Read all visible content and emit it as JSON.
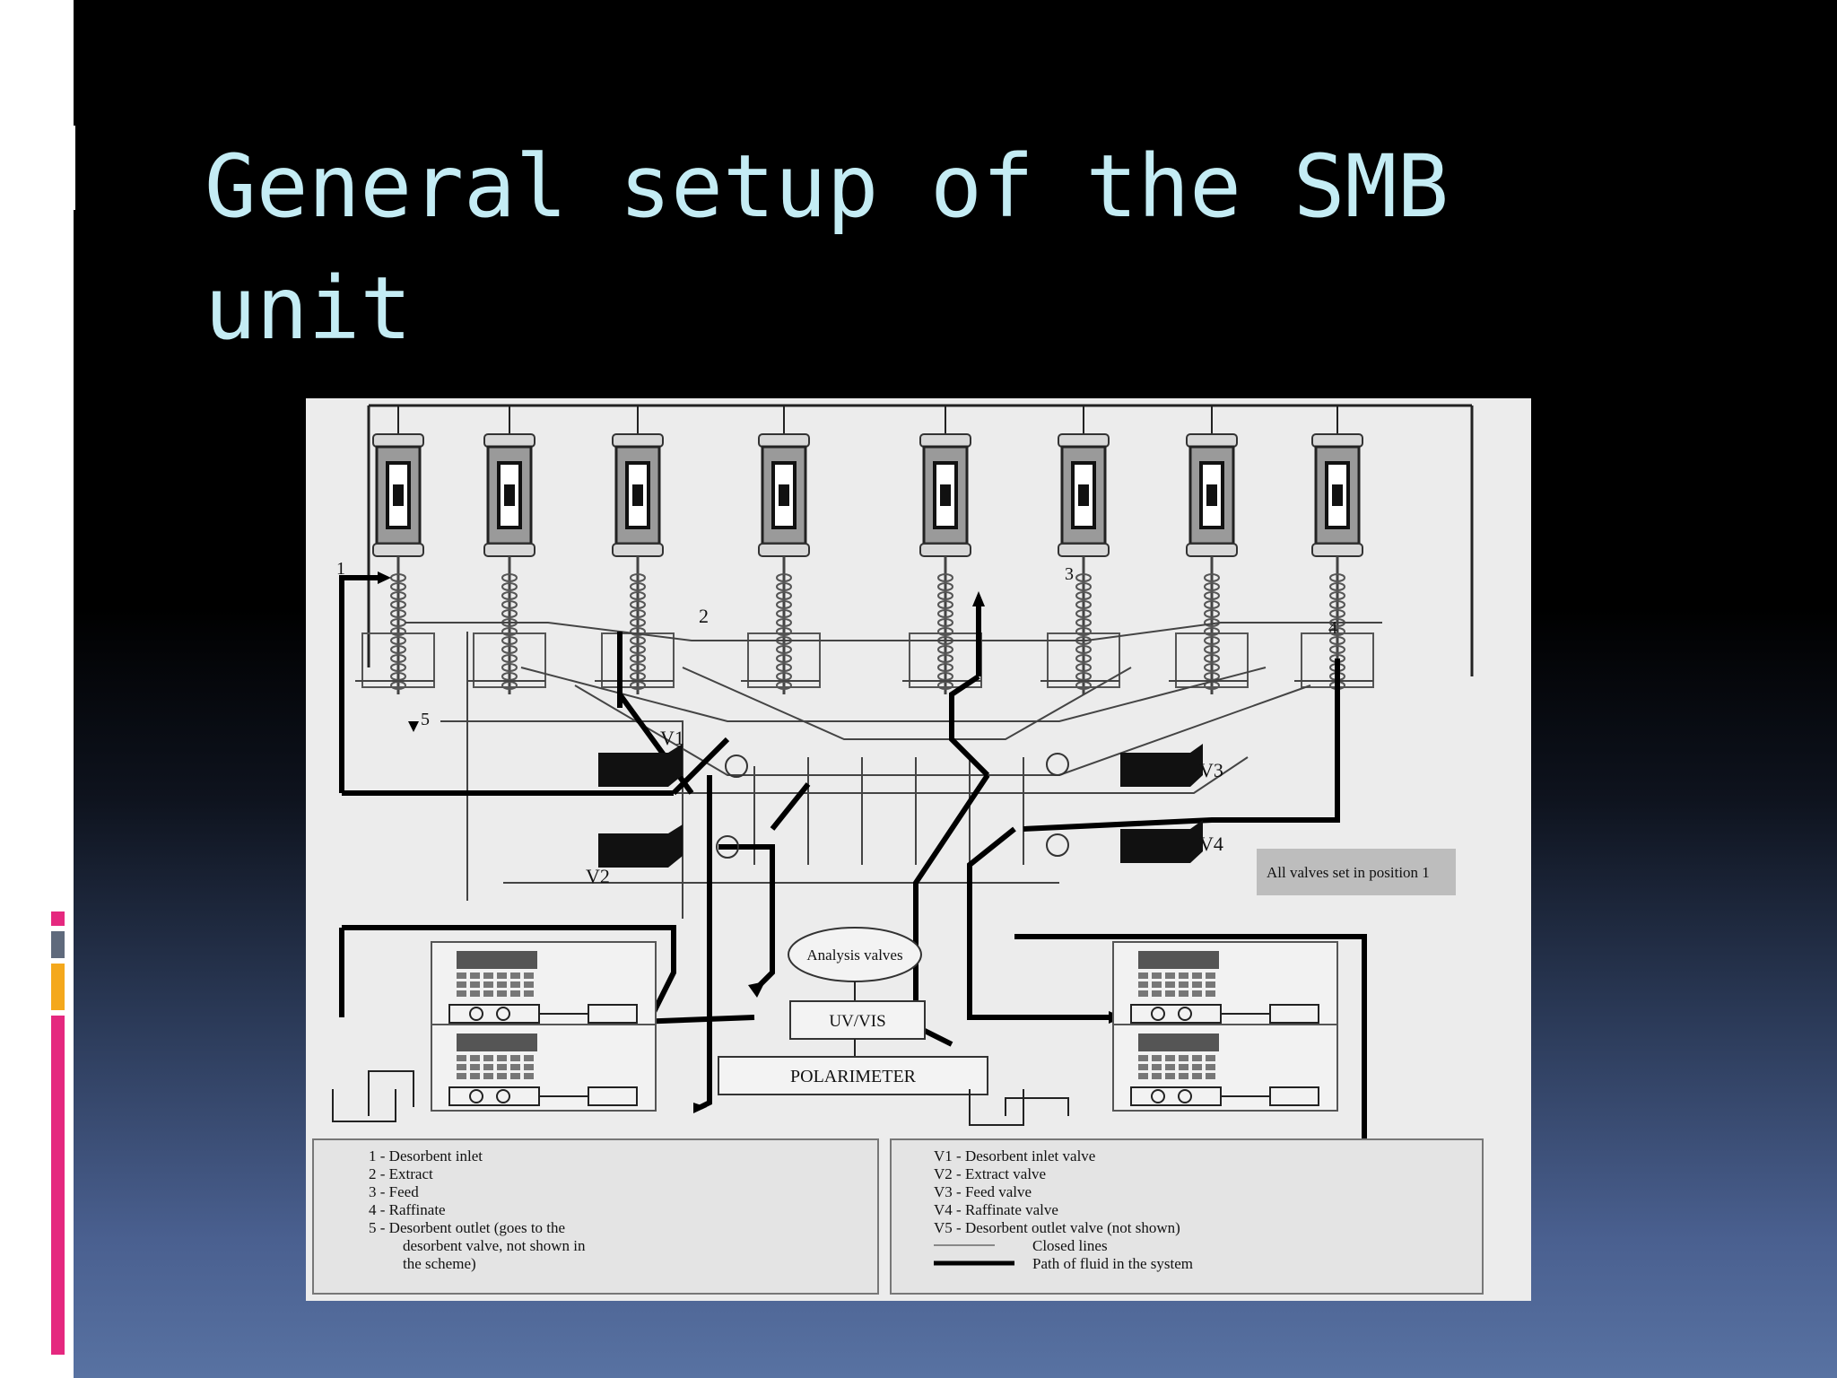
{
  "slide": {
    "title": "General setup of the SMB unit"
  },
  "diagram": {
    "valves": [
      "V1",
      "V2",
      "V3",
      "V4"
    ],
    "stream_numbers": [
      "1",
      "2",
      "3",
      "4",
      "5"
    ],
    "note": "All valves set in position 1",
    "analysis_label": "Analysis valves",
    "uvvis_label": "UV/VIS",
    "polarimeter_label": "POLARIMETER",
    "legend_left": [
      "1 - Desorbent inlet",
      "2 - Extract",
      "3 - Feed",
      "4 - Raffinate",
      "5 - Desorbent outlet (goes to the",
      "desorbent valve, not shown in",
      "the scheme)"
    ],
    "legend_right": [
      "V1 - Desorbent inlet valve",
      "V2 - Extract valve",
      "V3 - Feed valve",
      "V4 - Raffinate valve",
      "V5 - Desorbent outlet valve (not shown)",
      "Closed lines",
      "Path of fluid in the system"
    ]
  }
}
